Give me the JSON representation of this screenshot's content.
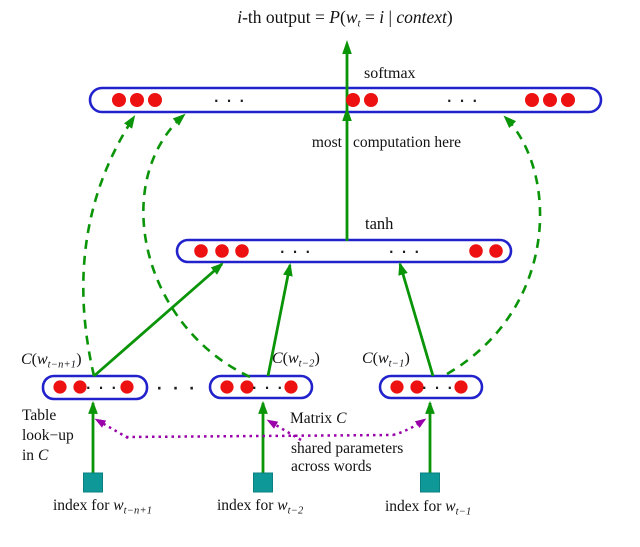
{
  "title": {
    "i": "i",
    "th": "-th output = ",
    "P": "P",
    "open": "(",
    "w": "w",
    "wsub": "t",
    "eq2": " = ",
    "i2": "i",
    "bar": " | ",
    "context": "context",
    "close": ")"
  },
  "layers": {
    "softmax": "softmax",
    "tanh": "tanh",
    "most_left": "most",
    "most_right": "computation here",
    "ellipsis": "· · ·",
    "ellipsis_gap": "· · ·"
  },
  "embeddings": [
    {
      "c": "C",
      "open": "(",
      "w": "w",
      "sub": "t−n+1",
      "close": ")"
    },
    {
      "c": "C",
      "open": "(",
      "w": "w",
      "sub": "t−2",
      "close": ")"
    },
    {
      "c": "C",
      "open": "(",
      "w": "w",
      "sub": "t−1",
      "close": ")"
    }
  ],
  "annotations": {
    "table_line1": "Table",
    "table_line2": "look−up",
    "table_line3_prefix": "in ",
    "table_line3_c": "C",
    "matrix_prefix": "Matrix ",
    "matrix_c": "C",
    "shared": "shared parameters",
    "across": "across words"
  },
  "index_labels": [
    {
      "prefix": "index for ",
      "w": "w",
      "sub": "t−n+1"
    },
    {
      "prefix": "index for ",
      "w": "w",
      "sub": "t−2"
    },
    {
      "prefix": "index for ",
      "w": "w",
      "sub": "t−1"
    }
  ],
  "colors": {
    "layer_border": "#2222cc",
    "unit_dot": "#ee1111",
    "arrow_green": "#0a9408",
    "shared_purple": "#9900aa",
    "index_teal": "#0e9898",
    "text": "#121212",
    "background": "#ffffff"
  }
}
